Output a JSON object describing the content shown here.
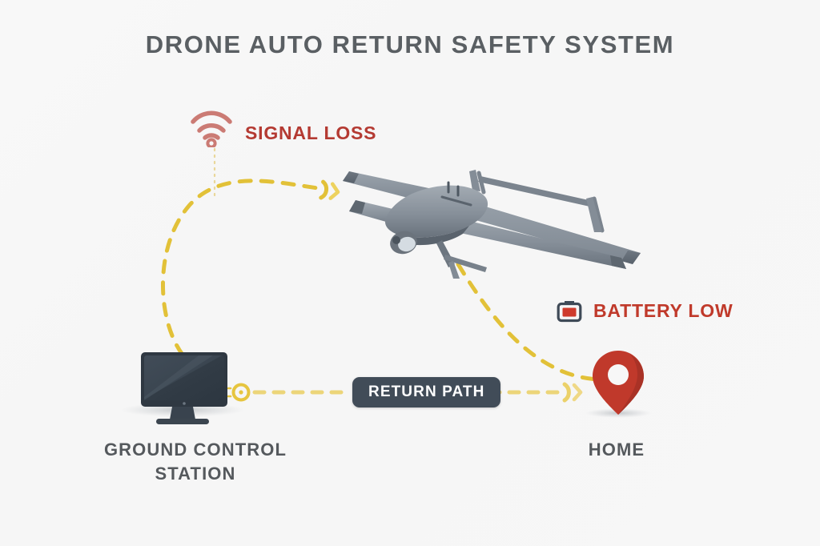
{
  "page": {
    "title": "DRONE AUTO RETURN SAFETY SYSTEM",
    "background_color": "#f7f7f7",
    "title_color": "#5a5f63"
  },
  "alerts": [
    {
      "id": "signal-loss",
      "label": "SIGNAL LOSS",
      "icon": "wifi-signal-icon",
      "color": "#b43a32",
      "icon_color": "#c9746d"
    },
    {
      "id": "battery-low",
      "label": "BATTERY LOW",
      "icon": "battery-icon",
      "color": "#c03a2b",
      "icon_outline_color": "#3f4a57",
      "icon_fill_color": "#cf3a2c"
    }
  ],
  "path_label": {
    "text": "RETURN PATH",
    "background_color": "#414c58",
    "text_color": "#ffffff"
  },
  "nodes": [
    {
      "id": "ground-control-station",
      "caption": "GROUND CONTROL\nSTATION",
      "icon": "monitor-icon",
      "color": "#3d4752"
    },
    {
      "id": "home",
      "caption": "HOME",
      "icon": "map-pin-icon",
      "color": "#c0392b"
    },
    {
      "id": "drone",
      "caption": "",
      "icon": "fixed-wing-drone-icon",
      "color": "#8b949d"
    }
  ],
  "paths": {
    "color": "#e8c23a",
    "style": "dashed",
    "segments": [
      {
        "id": "ascent-path",
        "from": "ground-control-station",
        "to": "drone"
      },
      {
        "id": "descent-path",
        "from": "drone",
        "to": "home"
      },
      {
        "id": "ground-path",
        "from": "ground-control-station",
        "to": "home"
      }
    ]
  }
}
